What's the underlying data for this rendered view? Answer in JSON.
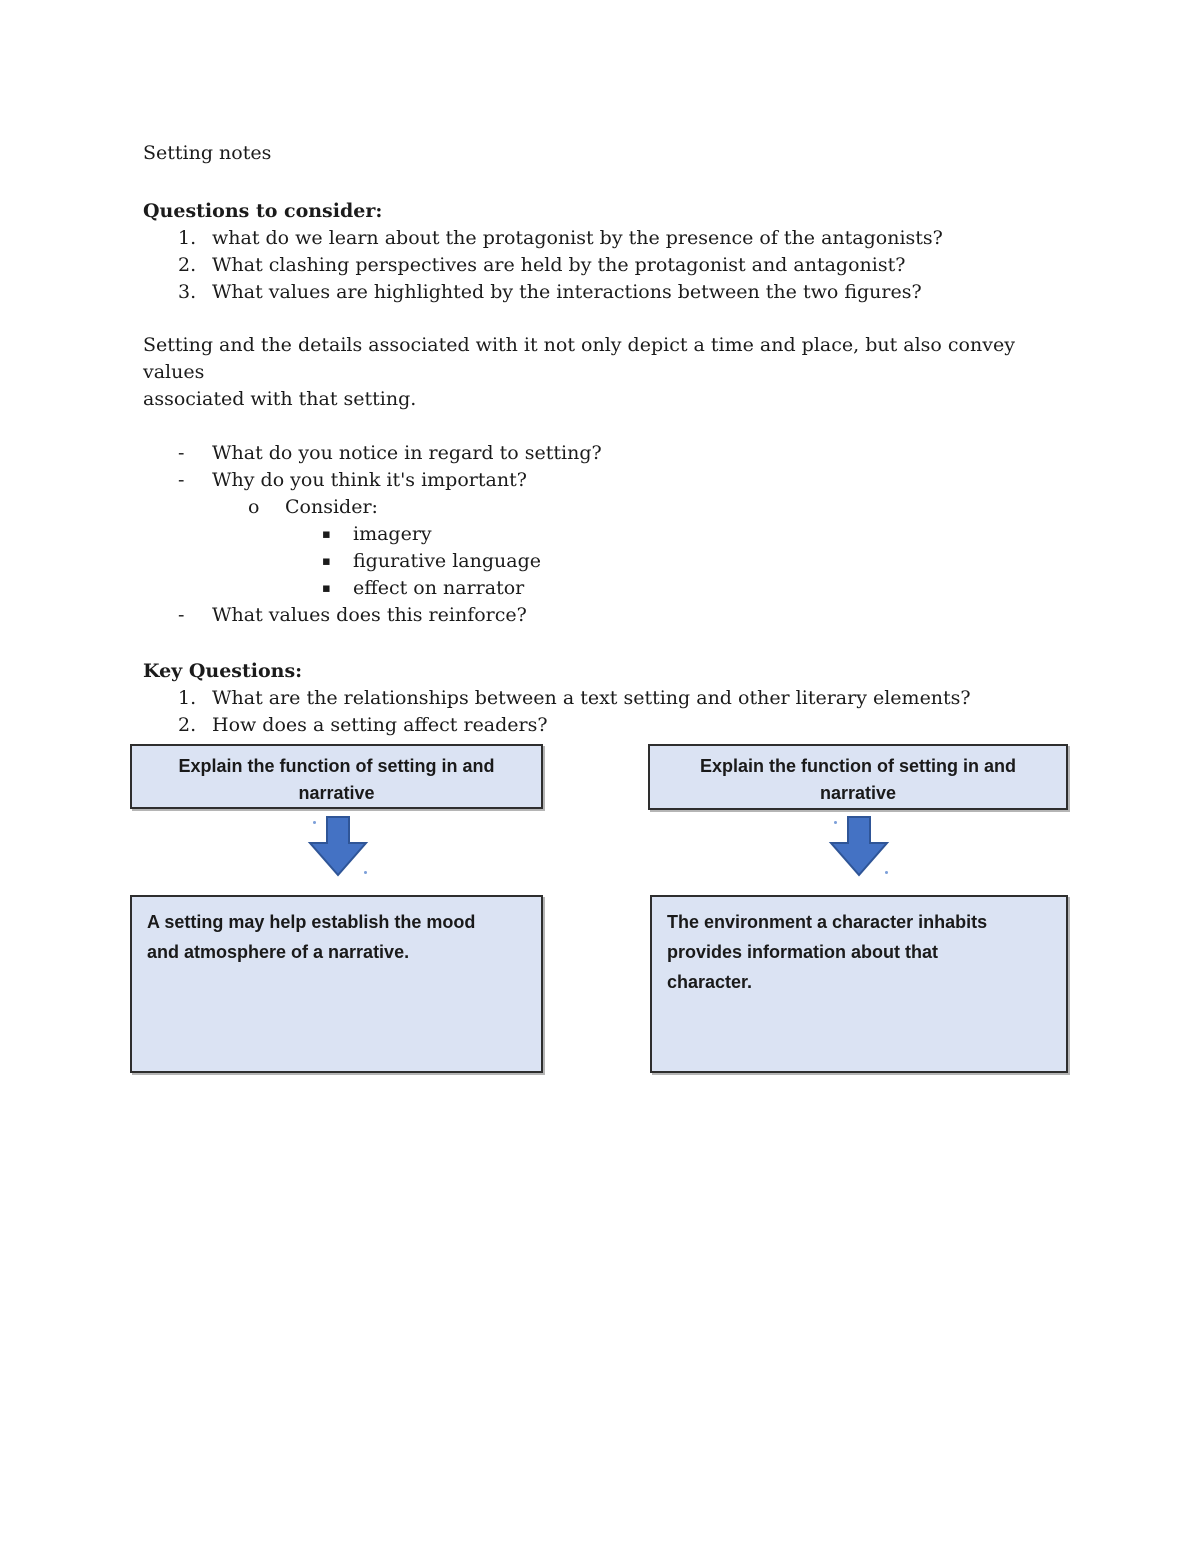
{
  "page": {
    "title": "Setting notes"
  },
  "questions_to_consider": {
    "heading": "Questions to consider:",
    "items": [
      {
        "marker": "1.",
        "text": "what do we learn about the protagonist by the presence of the antagonists?"
      },
      {
        "marker": "2.",
        "text": "What clashing perspectives are held by the protagonist and antagonist?"
      },
      {
        "marker": "3.",
        "text": "What values are highlighted by the interactions between the two figures?"
      }
    ]
  },
  "intro_paragraph": {
    "lines": [
      "Setting and the details associated with it not only depict a time and place, but also convey values",
      "associated with that setting."
    ]
  },
  "observation_list": {
    "items": [
      {
        "marker": "-",
        "text": "What do you notice in regard to setting?"
      },
      {
        "marker": "-",
        "text": "Why do you think it's important?"
      }
    ],
    "consider": {
      "marker": "o",
      "text": "Consider:"
    },
    "consider_items": [
      {
        "marker": "▪",
        "text": "imagery"
      },
      {
        "marker": "▪",
        "text": "figurative language"
      },
      {
        "marker": "▪",
        "text": "effect on narrator"
      }
    ],
    "closing_item": {
      "marker": "-",
      "text": "What values does this reinforce?"
    }
  },
  "key_questions": {
    "heading": "Key Questions:",
    "items": [
      {
        "marker": "1.",
        "text": "What are the relationships between a text setting and other literary elements?"
      },
      {
        "marker": "2.",
        "text": "How does a setting affect readers?"
      }
    ]
  },
  "diagram": {
    "colors": {
      "box_fill": "#dbe3f3",
      "box_border": "#2e2e2e",
      "arrow_fill": "#4472c4",
      "arrow_border": "#2f5597"
    },
    "left": {
      "top_box_lines": {
        "0": "Explain the function of setting in and",
        "1": "narrative"
      },
      "arrow_icon": "down-arrow",
      "bottom_box_lines": {
        "0": "A setting may help establish the mood",
        "1": "and atmosphere of a narrative."
      }
    },
    "right": {
      "top_box_lines": {
        "0": "Explain the function of setting in and",
        "1": "narrative"
      },
      "arrow_icon": "down-arrow",
      "bottom_box_lines": {
        "0": "The environment a character inhabits",
        "1": "provides information about that",
        "2": "character."
      }
    }
  }
}
